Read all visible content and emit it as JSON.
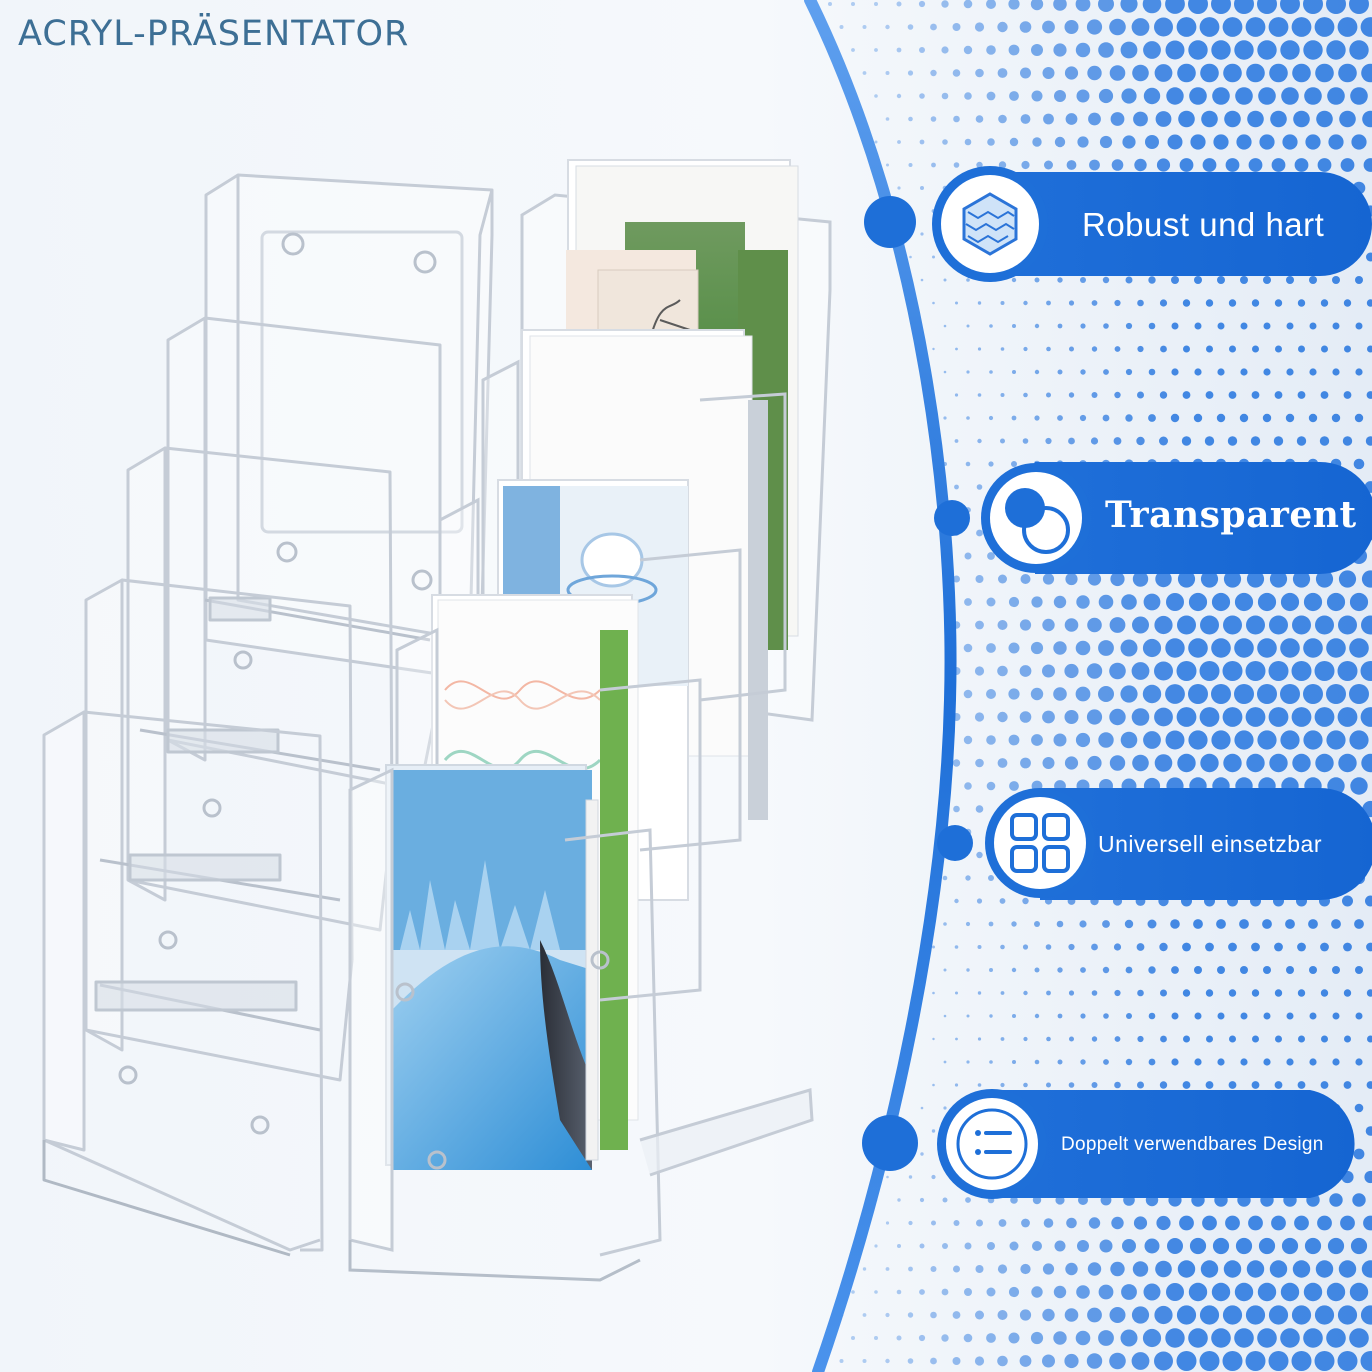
{
  "title": "ACRYL-PRÄSENTATOR",
  "features": [
    {
      "label": "Robust und hart",
      "icon": "hexagon-texture-icon"
    },
    {
      "label": "Transparent",
      "icon": "overlapping-circles-icon"
    },
    {
      "label": "Universell einsetzbar",
      "icon": "grid-squares-icon"
    },
    {
      "label": "Doppelt verwendbares Design",
      "icon": "list-lines-icon"
    }
  ],
  "colors": {
    "accent": "#1e6fd8",
    "title": "#3d6f95",
    "dot": "#2f7be0",
    "background": "#eef3f9"
  }
}
